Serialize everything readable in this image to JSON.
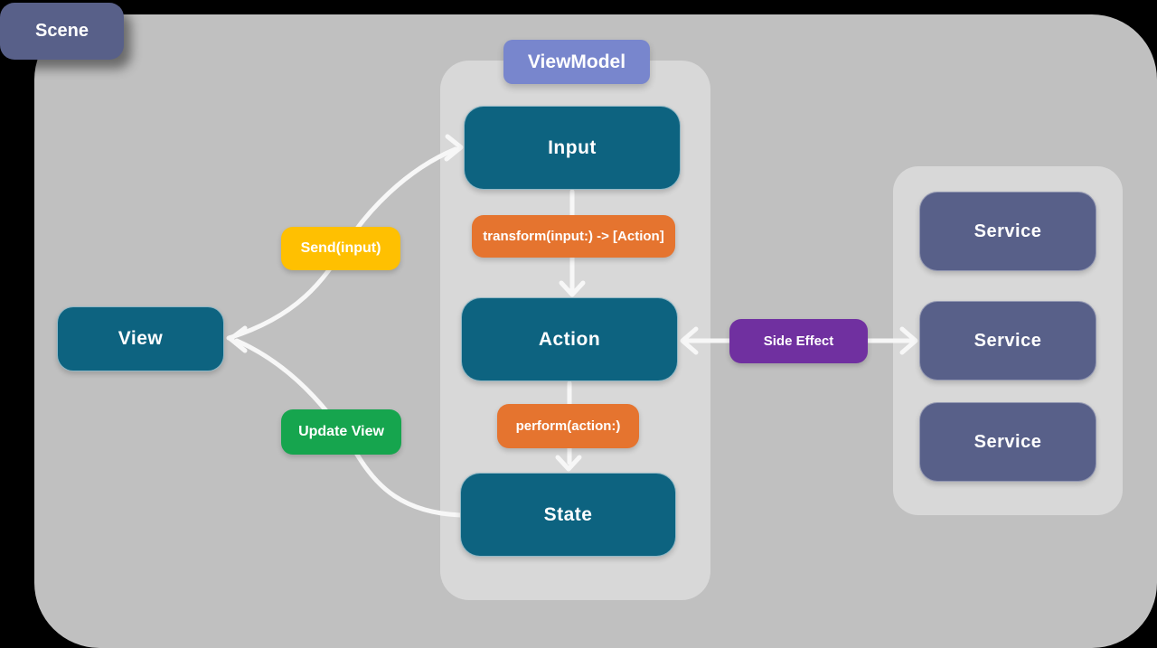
{
  "diagram": {
    "title_badges": {
      "scene": "Scene",
      "viewmodel": "ViewModel"
    },
    "nodes": {
      "view": "View",
      "input": "Input",
      "action": "Action",
      "state": "State"
    },
    "services": [
      "Service",
      "Service",
      "Service"
    ],
    "edge_labels": {
      "send": "Send(input)",
      "transform": "transform(input:) -> [Action]",
      "perform": "perform(action:)",
      "update": "Update View",
      "side_effect": "Side Effect"
    },
    "colors": {
      "background": "#000000",
      "scene_canvas": "#c0c0c0",
      "subpanel": "#d8d8d8",
      "node_teal": "#0d6380",
      "service_slate": "#586089",
      "viewmodel_badge": "#7886cd",
      "code_orange": "#e5742f",
      "send_yellow": "#ffc001",
      "update_green": "#16a54e",
      "side_effect_purple": "#7030a0",
      "arrow_white": "#f7f7f7"
    }
  }
}
